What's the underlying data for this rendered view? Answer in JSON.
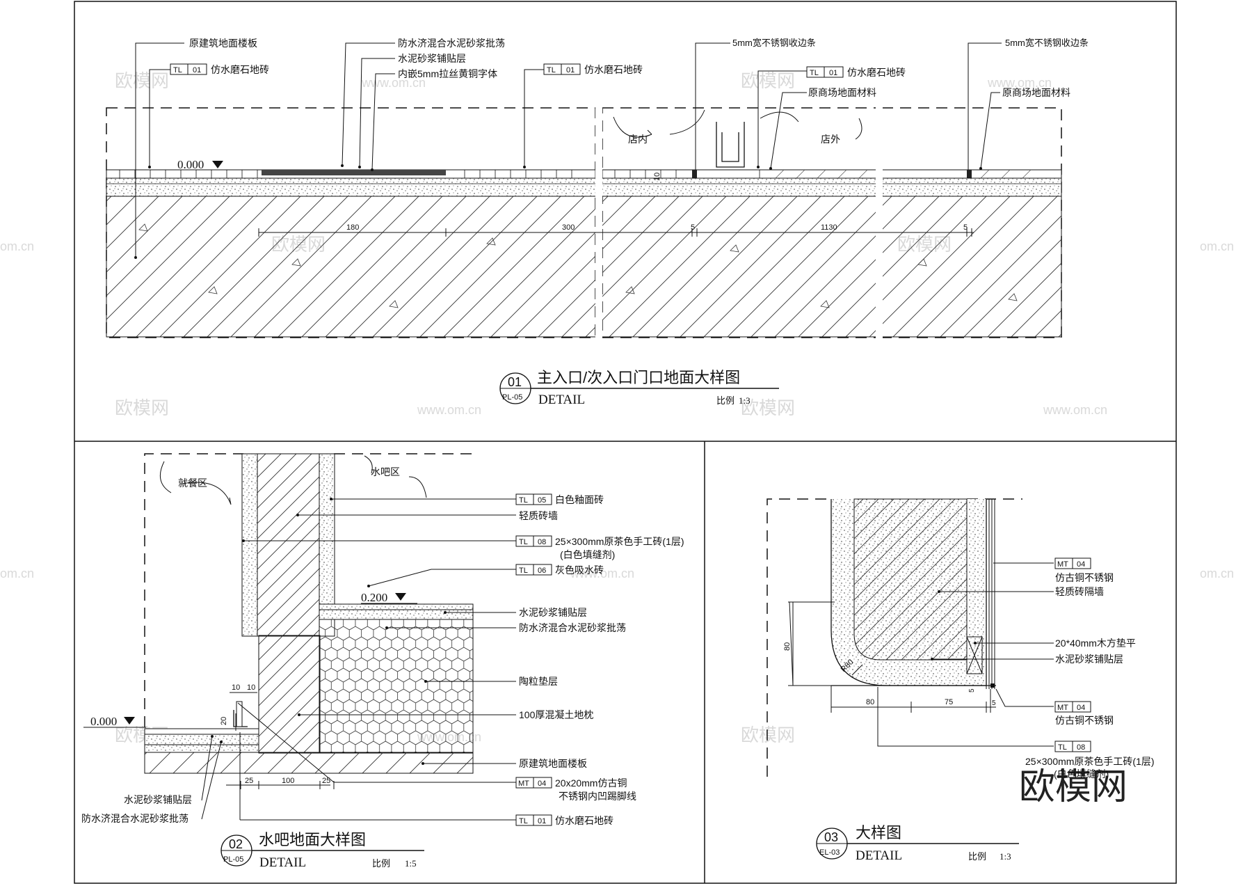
{
  "watermark": {
    "brand": "欧模网",
    "url": "www.om.cn",
    "url_short": "om.cn"
  },
  "detail01": {
    "labels": {
      "orig_floor_slab": "原建筑地面楼板",
      "tl01_a": "仿水磨石地砖",
      "tl01_b": "仿水磨石地砖",
      "tl01_c": "仿水磨石地砖",
      "waterproof_mortar": "防水济混合水泥砂浆批荡",
      "cement_bed": "水泥砂浆铺贴层",
      "brass_letters": "内嵌5mm拉丝黄铜字体",
      "ss_strip_a": "5mm宽不锈钢收边条",
      "ss_strip_b": "5mm宽不锈钢收边条",
      "mall_floor_a": "原商场地面材料",
      "mall_floor_b": "原商场地面材料"
    },
    "tags": {
      "tl": "TL",
      "code01": "01"
    },
    "zones": {
      "inside": "店内",
      "outside": "店外"
    },
    "level": "0.000",
    "dims": {
      "d180": "180",
      "d300": "300",
      "d5a": "5",
      "d1130": "1130",
      "d5b": "5",
      "d10": "10"
    },
    "title": {
      "num": "01",
      "sheet": "PL-05",
      "name": "主入口/次入口门口地面大样图",
      "sub": "DETAIL",
      "scale_label": "比例",
      "scale": "1:3"
    }
  },
  "detail02": {
    "zones": {
      "dining": "就餐区",
      "bar": "水吧区"
    },
    "levels": {
      "upper": "0.200",
      "lower": "0.000"
    },
    "tags": {
      "tl": "TL",
      "mt": "MT",
      "c05": "05",
      "c08": "08",
      "c06": "06",
      "c04": "04",
      "c01": "01"
    },
    "labels": {
      "white_tile": "白色釉面砖",
      "light_brick_wall": "轻质砖墙",
      "handmade_tile": "25×300mm原茶色手工砖(1层)",
      "handmade_tile_note": "(白色填缝剂)",
      "grey_tile": "灰色吸水砖",
      "cement_bed": "水泥砂浆铺贴层",
      "waterproof_mortar": "防水济混合水泥砂浆批荡",
      "ceramsite": "陶粒垫层",
      "concrete_sill": "100厚混凝土地枕",
      "orig_floor_slab": "原建筑地面楼板",
      "skirting": "20x20mm仿古铜",
      "skirting_2": "不锈钢内凹踢脚线",
      "terrazzo": "仿水磨石地砖",
      "left_cement_bed": "水泥砂浆铺贴层",
      "left_waterproof": "防水济混合水泥砂浆批荡"
    },
    "dims": {
      "d10a": "10",
      "d10b": "10",
      "d20": "20",
      "d25a": "25",
      "d100": "100",
      "d25b": "25"
    },
    "title": {
      "num": "02",
      "sheet": "PL-05",
      "name": "水吧地面大样图",
      "sub": "DETAIL",
      "scale_label": "比例",
      "scale": "1:5"
    }
  },
  "detail03": {
    "tags": {
      "mt": "MT",
      "tl": "TL",
      "c04a": "04",
      "c04b": "04",
      "c08": "08"
    },
    "labels": {
      "bronze_ss_a": "仿古铜不锈钢",
      "light_brick_partition": "轻质砖隔墙",
      "wood_shim": "20*40mm木方垫平",
      "cement_bed": "水泥砂浆铺贴层",
      "bronze_ss_b": "仿古铜不锈钢",
      "tile_hidden": "25×300mm原茶色手工砖(1层)",
      "tile_hidden_2": "(白色填缝剂)"
    },
    "dims": {
      "d80v": "80",
      "r80": "R80",
      "d80h": "80",
      "d75": "75",
      "d5a": "5",
      "d5b": "5"
    },
    "title": {
      "num": "03",
      "sheet": "EL-03",
      "name": "大样图",
      "sub": "DETAIL",
      "scale_label": "比例",
      "scale": "1:3"
    }
  }
}
